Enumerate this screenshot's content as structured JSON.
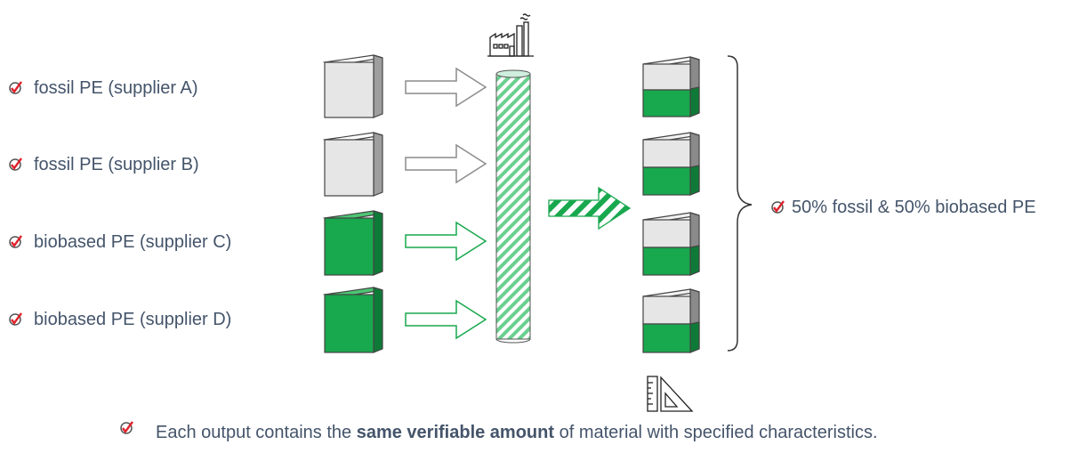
{
  "inputs": [
    {
      "label": "fossil PE (supplier A)",
      "kind": "fossil"
    },
    {
      "label": "fossil PE (supplier B)",
      "kind": "fossil"
    },
    {
      "label": "biobased PE (supplier C)",
      "kind": "biobased"
    },
    {
      "label": "biobased PE (supplier D)",
      "kind": "biobased"
    }
  ],
  "output": {
    "label": "50% fossil & 50% biobased PE",
    "fossil_share": 0.5,
    "biobased_share": 0.5,
    "count": 4
  },
  "footnote": {
    "prefix": "Each output contains the ",
    "emphasis": "same verifiable amount",
    "suffix": " of material with specified characteristics."
  },
  "icons": {
    "check": "check-icon",
    "factory": "factory-icon",
    "measure": "ruler-triangle-icon"
  },
  "colors": {
    "text": "#44546a",
    "green": "#18a84e",
    "green_dark": "#0e7a37",
    "grey_light": "#e6e6e6",
    "grey_mid": "#9e9e9e",
    "check_red": "#e0202a",
    "outline_dark": "#333333"
  }
}
